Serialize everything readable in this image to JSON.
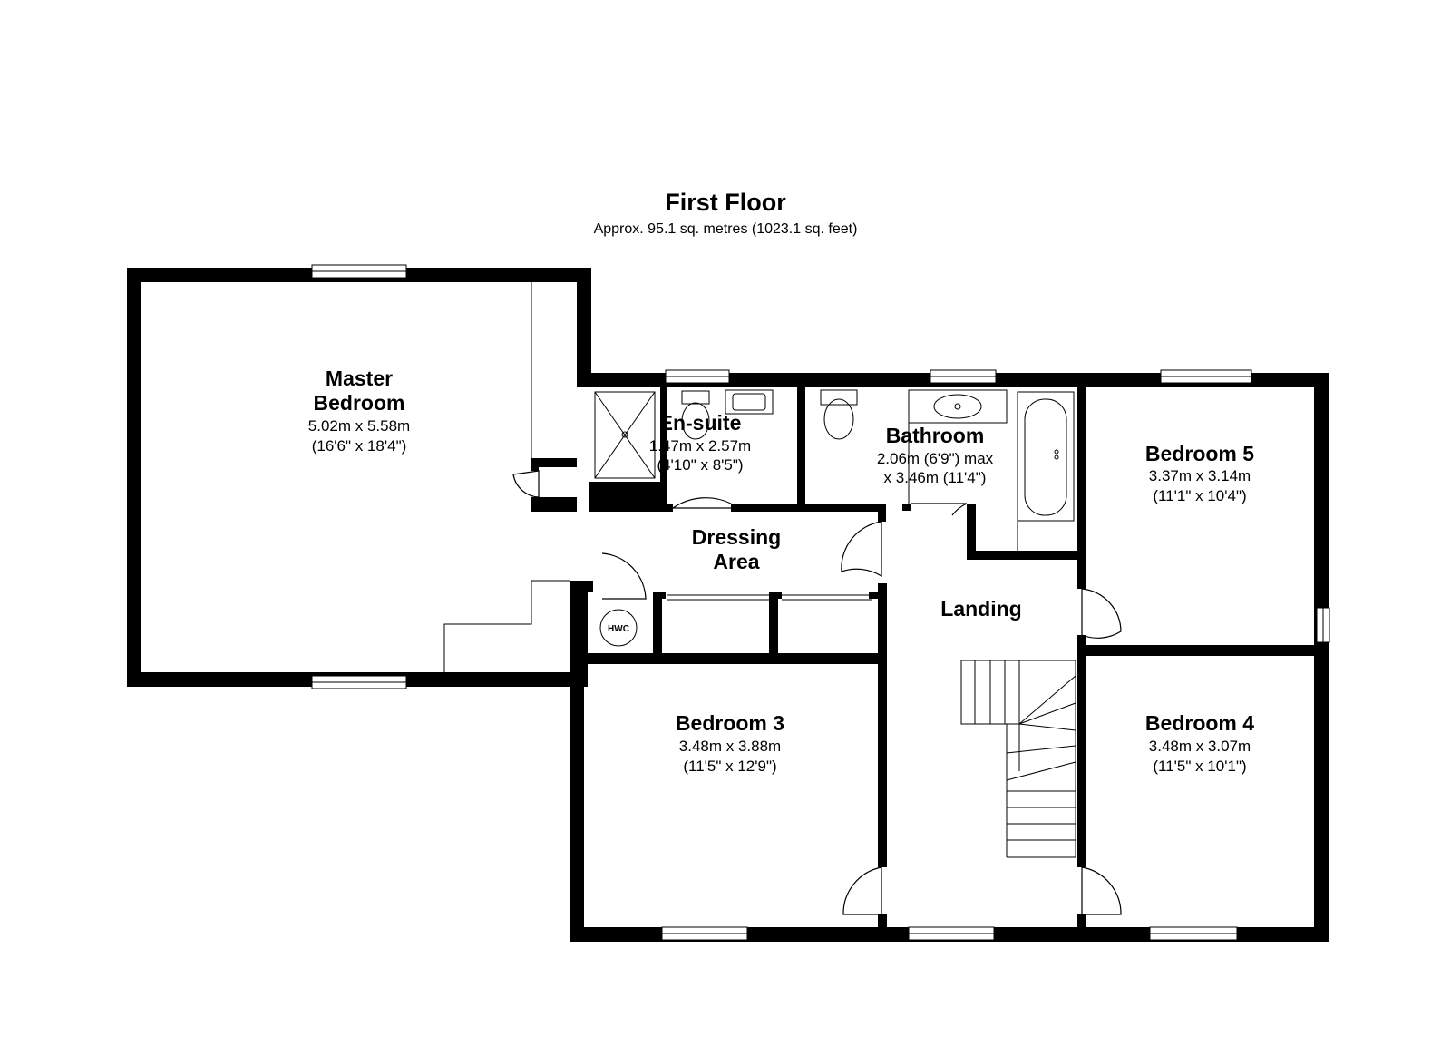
{
  "title": "First Floor",
  "subtitle": "Approx. 95.1 sq. metres (1023.1 sq. feet)",
  "rooms": {
    "master": {
      "name_line1": "Master",
      "name_line2": "Bedroom",
      "dim_metric": "5.02m x 5.58m",
      "dim_imperial": "(16'6\" x 18'4\")"
    },
    "ensuite": {
      "name": "En-suite",
      "dim_metric": "1.47m x 2.57m",
      "dim_imperial": "(4'10\" x 8'5\")"
    },
    "bathroom": {
      "name": "Bathroom",
      "dim_line1": "2.06m (6'9\") max",
      "dim_line2": "x 3.46m (11'4\")"
    },
    "bedroom5": {
      "name": "Bedroom 5",
      "dim_metric": "3.37m x 3.14m",
      "dim_imperial": "(11'1\" x 10'4\")"
    },
    "dressing": {
      "name_line1": "Dressing",
      "name_line2": "Area"
    },
    "landing": {
      "name": "Landing"
    },
    "hwc": {
      "label": "HWC"
    },
    "bedroom3": {
      "name": "Bedroom 3",
      "dim_metric": "3.48m x 3.88m",
      "dim_imperial": "(11'5\" x 12'9\")"
    },
    "bedroom4": {
      "name": "Bedroom 4",
      "dim_metric": "3.48m x 3.07m",
      "dim_imperial": "(11'5\" x 10'1\")"
    }
  }
}
